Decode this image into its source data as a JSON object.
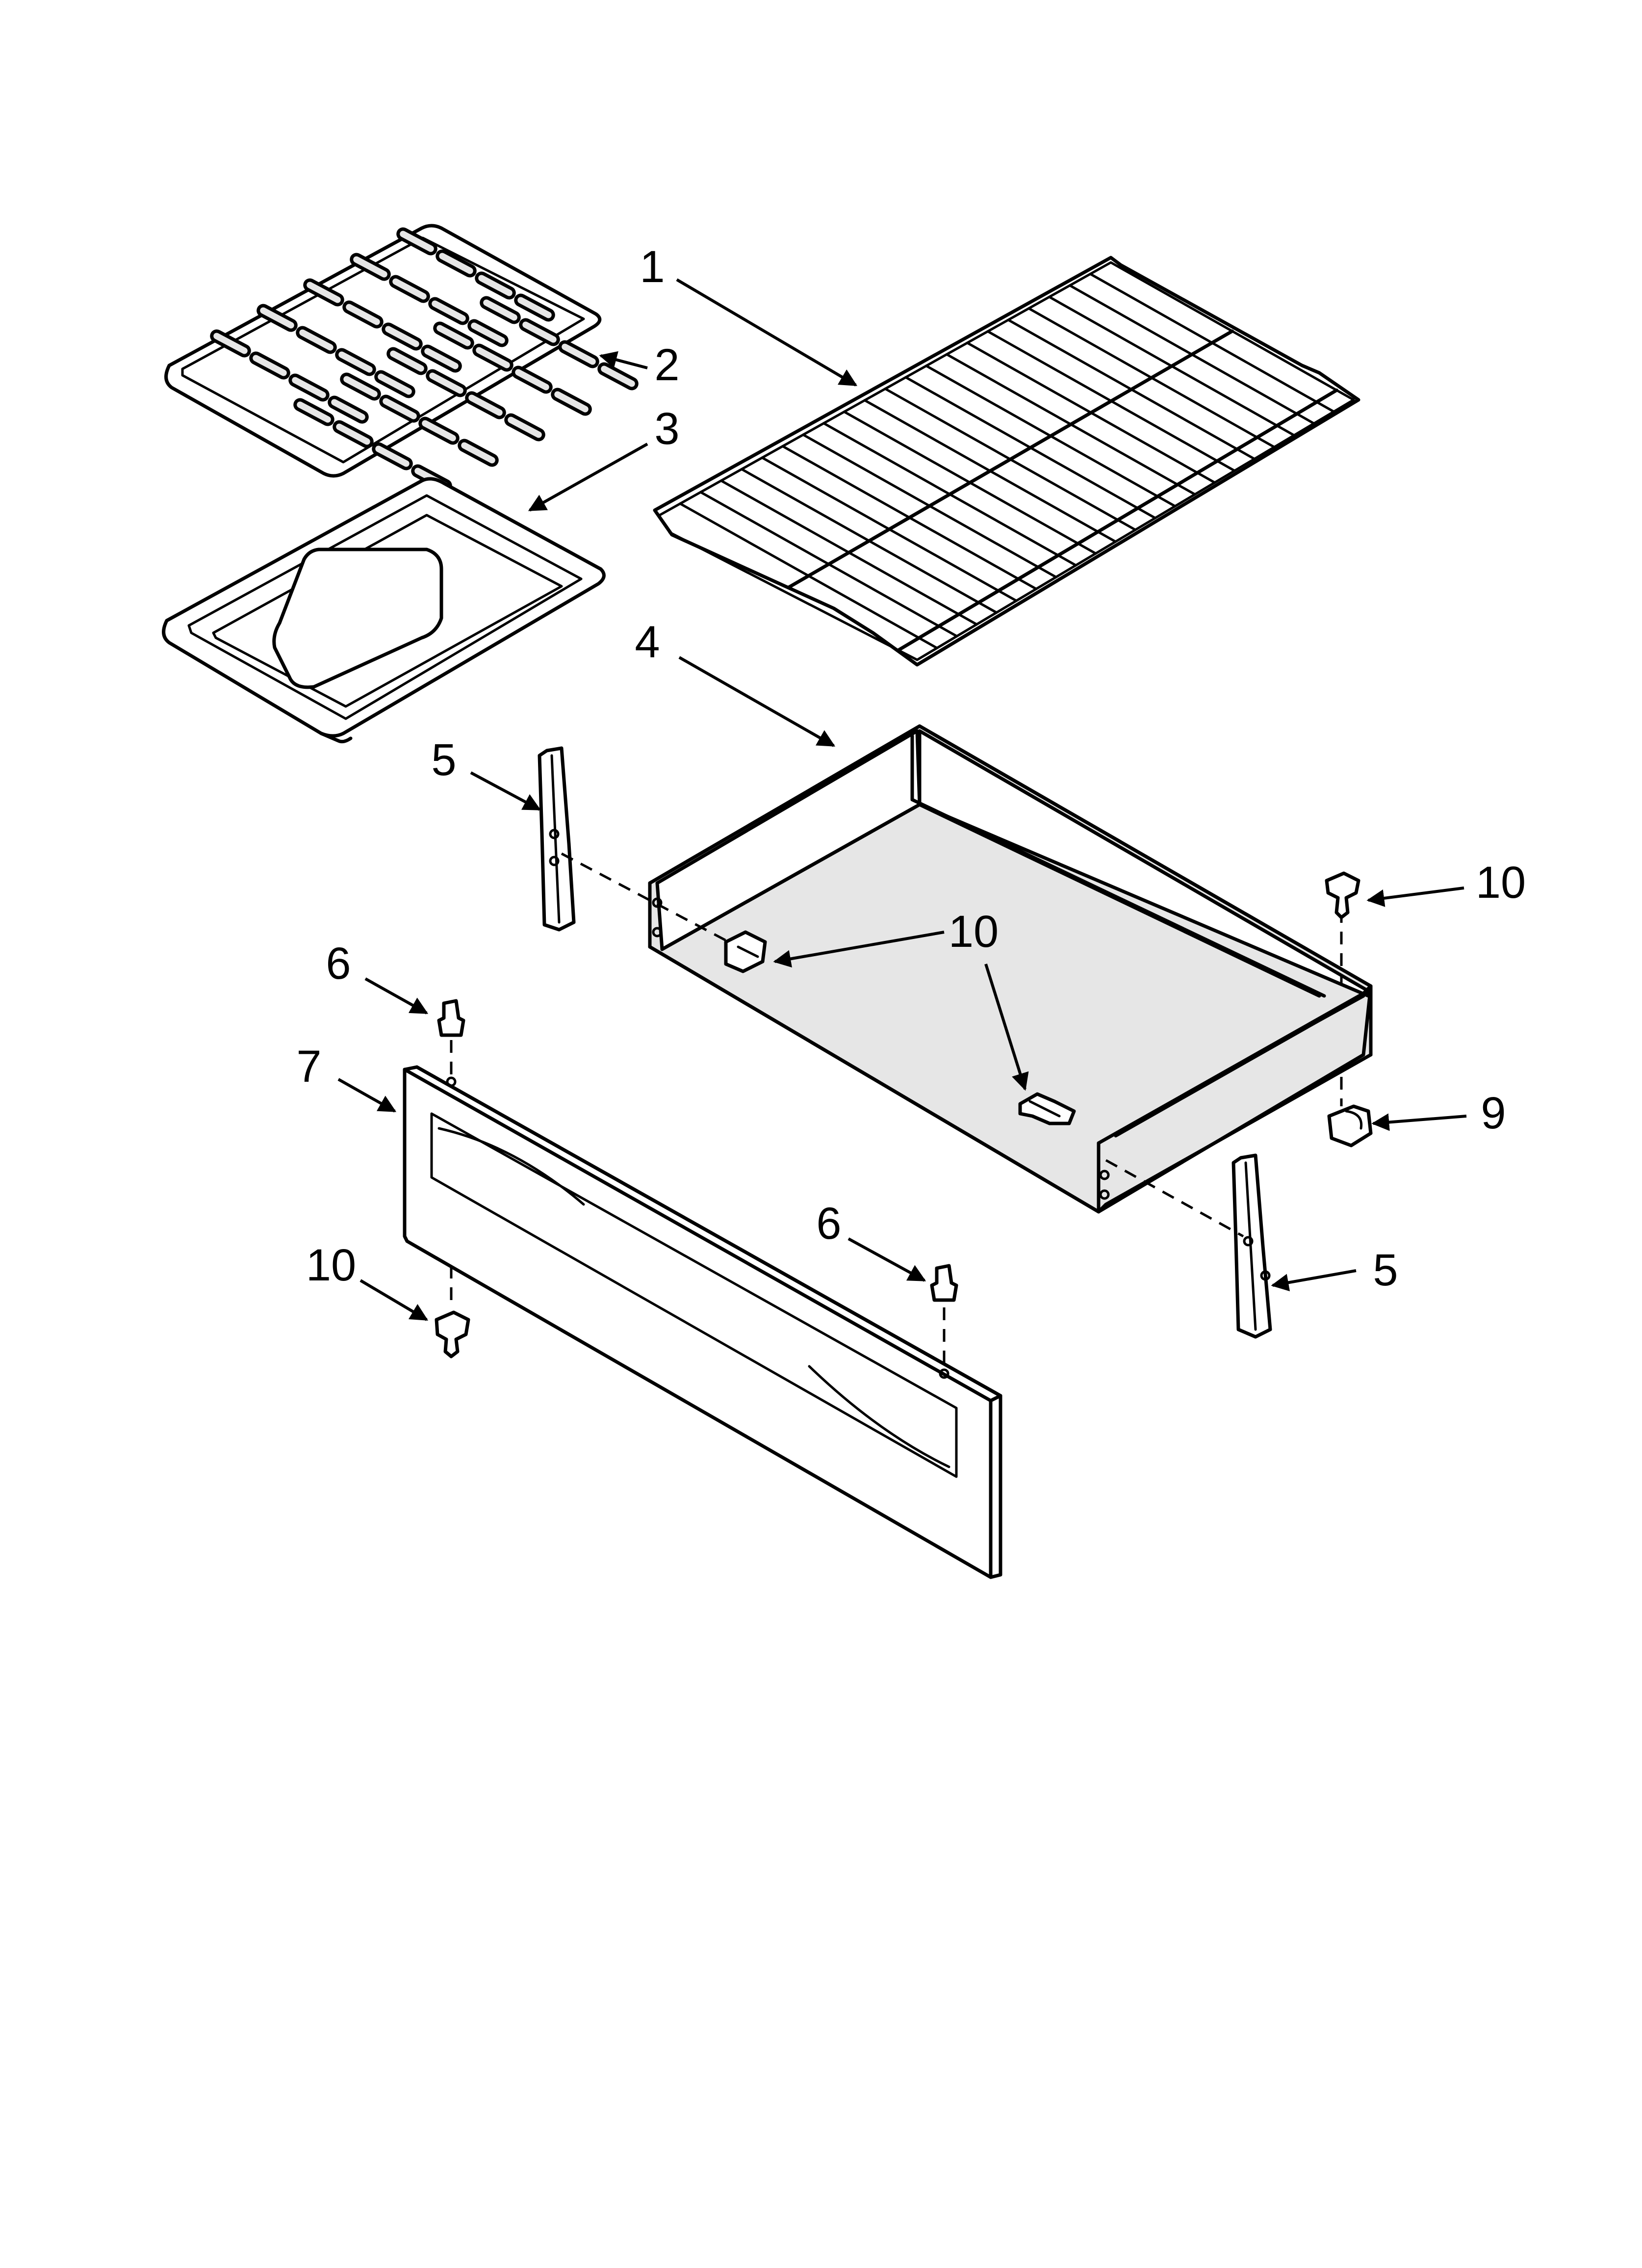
{
  "callouts": {
    "c1": "1",
    "c2": "2",
    "c3": "3",
    "c4": "4",
    "c5a": "5",
    "c5b": "5",
    "c6a": "6",
    "c6b": "6",
    "c7": "7",
    "c9": "9",
    "c10a": "10",
    "c10b": "10",
    "c10c": "10",
    "c10d": "10"
  },
  "parts": [
    {
      "id": "1",
      "icon": "oven-rack-icon"
    },
    {
      "id": "2",
      "icon": "broiler-grid-icon"
    },
    {
      "id": "3",
      "icon": "broiler-pan-icon"
    },
    {
      "id": "4",
      "icon": "drawer-body-icon"
    },
    {
      "id": "5",
      "icon": "drawer-slide-icon"
    },
    {
      "id": "6",
      "icon": "stud-icon"
    },
    {
      "id": "7",
      "icon": "drawer-front-panel-icon"
    },
    {
      "id": "9",
      "icon": "drawer-stop-clip-icon"
    },
    {
      "id": "10",
      "icon": "screw-icon"
    }
  ]
}
